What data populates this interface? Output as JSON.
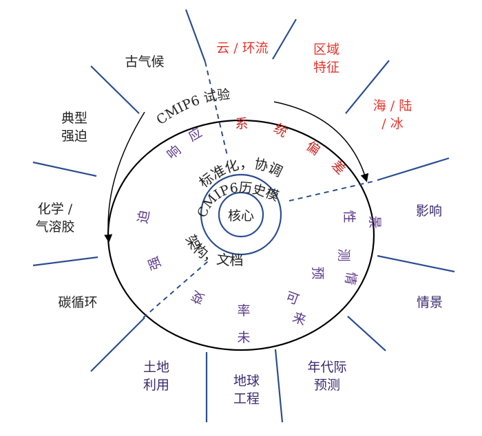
{
  "core": {
    "label": "核心"
  },
  "middle_ring": {
    "top_text": "标准化，协调",
    "upper_text": "CMIP6历史模拟",
    "bottom_text": "架构，文档"
  },
  "outer_ring": {
    "experiments_text": "CMIP6 试验",
    "bias_chars": [
      "系",
      "统",
      "偏",
      "差"
    ],
    "response_chars": [
      "应",
      "响",
      "迫",
      "强"
    ],
    "scenario_chars": [
      "景",
      "性",
      "测",
      "预",
      "情",
      "可",
      "来",
      "未",
      "率"
    ],
    "variability_char": "变"
  },
  "spokes": [
    {
      "label": "云 / 环流",
      "color": "#e8332b"
    },
    {
      "label": "区域\n特征",
      "color": "#e8332b"
    },
    {
      "label": "海 / 陆\n/ 冰",
      "color": "#e8332b"
    },
    {
      "label": "影响",
      "color": "#3a2a6e"
    },
    {
      "label": "情景",
      "color": "#3a2a6e"
    },
    {
      "label": "年代际\n预测",
      "color": "#3a2a6e"
    },
    {
      "label": "地球\n工程",
      "color": "#3a2a6e"
    },
    {
      "label": "土地\n利用",
      "color": "#3a2a6e"
    },
    {
      "label": "碳循环",
      "color": "#1f1f1f"
    },
    {
      "label": "化学 /\n气溶胶",
      "color": "#1f1f1f"
    },
    {
      "label": "典型\n强迫",
      "color": "#1f1f1f"
    },
    {
      "label": "古气候",
      "color": "#1f1f1f"
    }
  ],
  "colors": {
    "spoke_line": "#2a4d8f",
    "circle": "#000000",
    "ring": "#2a4d8f",
    "bias_text": "#c8231d",
    "inner_text": "#5c3a8a",
    "dark_text": "#222222"
  }
}
